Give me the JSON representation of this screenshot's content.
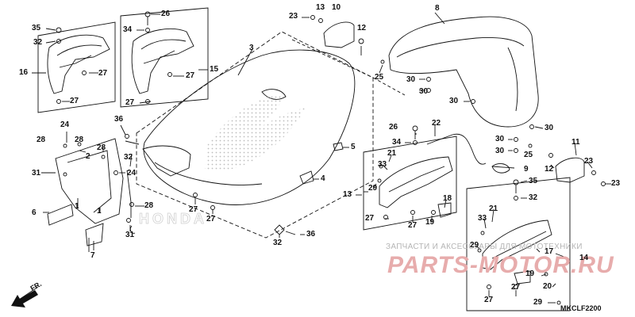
{
  "diagram": {
    "callouts": [
      {
        "id": "c35a",
        "text": "35"
      },
      {
        "id": "c32a",
        "text": "32"
      },
      {
        "id": "c16",
        "text": "16"
      },
      {
        "id": "c27a",
        "text": "27"
      },
      {
        "id": "c27b",
        "text": "27"
      },
      {
        "id": "c26a",
        "text": "26"
      },
      {
        "id": "c34a",
        "text": "34"
      },
      {
        "id": "c15",
        "text": "15"
      },
      {
        "id": "c27c",
        "text": "27"
      },
      {
        "id": "c27d",
        "text": "27"
      },
      {
        "id": "c3",
        "text": "3"
      },
      {
        "id": "c23a",
        "text": "23"
      },
      {
        "id": "c13a",
        "text": "13"
      },
      {
        "id": "c10",
        "text": "10"
      },
      {
        "id": "c12a",
        "text": "12"
      },
      {
        "id": "c25a",
        "text": "25"
      },
      {
        "id": "c8",
        "text": "8"
      },
      {
        "id": "c30a",
        "text": "30"
      },
      {
        "id": "c30b",
        "text": "30"
      },
      {
        "id": "c30c",
        "text": "30"
      },
      {
        "id": "c30d",
        "text": "30"
      },
      {
        "id": "c30e",
        "text": "30"
      },
      {
        "id": "c30f",
        "text": "30"
      },
      {
        "id": "c25b",
        "text": "25"
      },
      {
        "id": "c36a",
        "text": "36"
      },
      {
        "id": "c24a",
        "text": "24"
      },
      {
        "id": "c28a",
        "text": "28"
      },
      {
        "id": "c28b",
        "text": "28"
      },
      {
        "id": "c2",
        "text": "2"
      },
      {
        "id": "c28c",
        "text": "28"
      },
      {
        "id": "c31a",
        "text": "31"
      },
      {
        "id": "c24b",
        "text": "24"
      },
      {
        "id": "c32b",
        "text": "32"
      },
      {
        "id": "c6",
        "text": "6"
      },
      {
        "id": "c1a",
        "text": "1"
      },
      {
        "id": "c1b",
        "text": "1"
      },
      {
        "id": "c28d",
        "text": "28"
      },
      {
        "id": "c27e",
        "text": "27"
      },
      {
        "id": "c27f",
        "text": "27"
      },
      {
        "id": "c31b",
        "text": "31"
      },
      {
        "id": "c7",
        "text": "7"
      },
      {
        "id": "c5",
        "text": "5"
      },
      {
        "id": "c4",
        "text": "4"
      },
      {
        "id": "c32c",
        "text": "32"
      },
      {
        "id": "c36b",
        "text": "36"
      },
      {
        "id": "c26b",
        "text": "26"
      },
      {
        "id": "c22",
        "text": "22"
      },
      {
        "id": "c34b",
        "text": "34"
      },
      {
        "id": "c21a",
        "text": "21"
      },
      {
        "id": "c33a",
        "text": "33"
      },
      {
        "id": "c29a",
        "text": "29"
      },
      {
        "id": "c13b",
        "text": "13"
      },
      {
        "id": "c18",
        "text": "18"
      },
      {
        "id": "c27g",
        "text": "27"
      },
      {
        "id": "c27h",
        "text": "27"
      },
      {
        "id": "c19a",
        "text": "19"
      },
      {
        "id": "c9",
        "text": "9"
      },
      {
        "id": "c11",
        "text": "11"
      },
      {
        "id": "c12b",
        "text": "12"
      },
      {
        "id": "c23b",
        "text": "23"
      },
      {
        "id": "c23c",
        "text": "23"
      },
      {
        "id": "c35b",
        "text": "35"
      },
      {
        "id": "c32d",
        "text": "32"
      },
      {
        "id": "c21b",
        "text": "21"
      },
      {
        "id": "c33b",
        "text": "33"
      },
      {
        "id": "c29b",
        "text": "29"
      },
      {
        "id": "c17",
        "text": "17"
      },
      {
        "id": "c14",
        "text": "14"
      },
      {
        "id": "c19b",
        "text": "19"
      },
      {
        "id": "c20",
        "text": "20"
      },
      {
        "id": "c27i",
        "text": "27"
      },
      {
        "id": "c27j",
        "text": "27"
      },
      {
        "id": "c29c",
        "text": "29"
      }
    ],
    "watermark_text": "ЗАПЧАСТИ И АКСЕССУАРЫ ДЛЯ МОТОТЕХНИКИ",
    "watermark_logo": "PARTS-MOTOR.RU",
    "diagram_code": "MKCLF2200",
    "direction_label": "FR.",
    "colors": {
      "line": "#111111",
      "watermark": "#e7acac",
      "dots": "#c8c8c8"
    }
  }
}
